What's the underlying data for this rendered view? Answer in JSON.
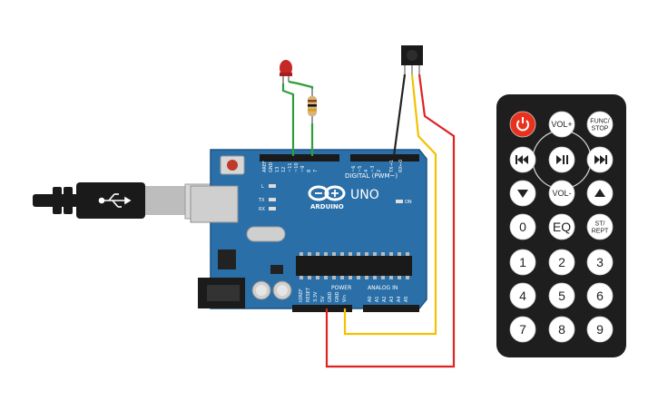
{
  "board": {
    "brand": "ARDUINO",
    "model": "UNO",
    "digital_header": "DIGITAL (PWM~)",
    "power_header": "POWER",
    "analog_header": "ANALOG IN",
    "on_label": "ON",
    "led_labels": [
      "L",
      "TX",
      "RX"
    ],
    "top_pins": [
      "AREF",
      "GND",
      "13",
      "12",
      "~11",
      "~10",
      "~9",
      "8",
      "7",
      "~6",
      "~5",
      "4",
      "~3",
      "2",
      "TX→1",
      "RX←0"
    ],
    "power_pins": [
      "IOREF",
      "RESET",
      "3.3V",
      "5V",
      "GND",
      "GND",
      "Vin"
    ],
    "analog_pins": [
      "A0",
      "A1",
      "A2",
      "A3",
      "A4",
      "A5"
    ]
  },
  "remote": {
    "buttons": [
      {
        "label": "",
        "icon": "power-icon"
      },
      {
        "label": "VOL+"
      },
      {
        "label": "FUNC/",
        "label2": "STOP"
      },
      {
        "label": "",
        "icon": "rewind-icon"
      },
      {
        "label": "",
        "icon": "play-pause-icon"
      },
      {
        "label": "",
        "icon": "fast-forward-icon"
      },
      {
        "label": "",
        "icon": "down-icon"
      },
      {
        "label": "VOL-"
      },
      {
        "label": "",
        "icon": "up-icon"
      },
      {
        "label": "0"
      },
      {
        "label": "EQ"
      },
      {
        "label": "ST/",
        "label2": "REPT"
      },
      {
        "label": "1"
      },
      {
        "label": "2"
      },
      {
        "label": "3"
      },
      {
        "label": "4"
      },
      {
        "label": "5"
      },
      {
        "label": "6"
      },
      {
        "label": "7"
      },
      {
        "label": "8"
      },
      {
        "label": "9"
      }
    ]
  },
  "colors": {
    "board": "#2a6fa8",
    "board_edge": "#1c5486",
    "wire_green": "#2e9e3a",
    "wire_red": "#e02222",
    "wire_yellow": "#f2c200",
    "wire_black": "#222222",
    "remote_body": "#1e1e1e",
    "power_button": "#e8321e"
  }
}
